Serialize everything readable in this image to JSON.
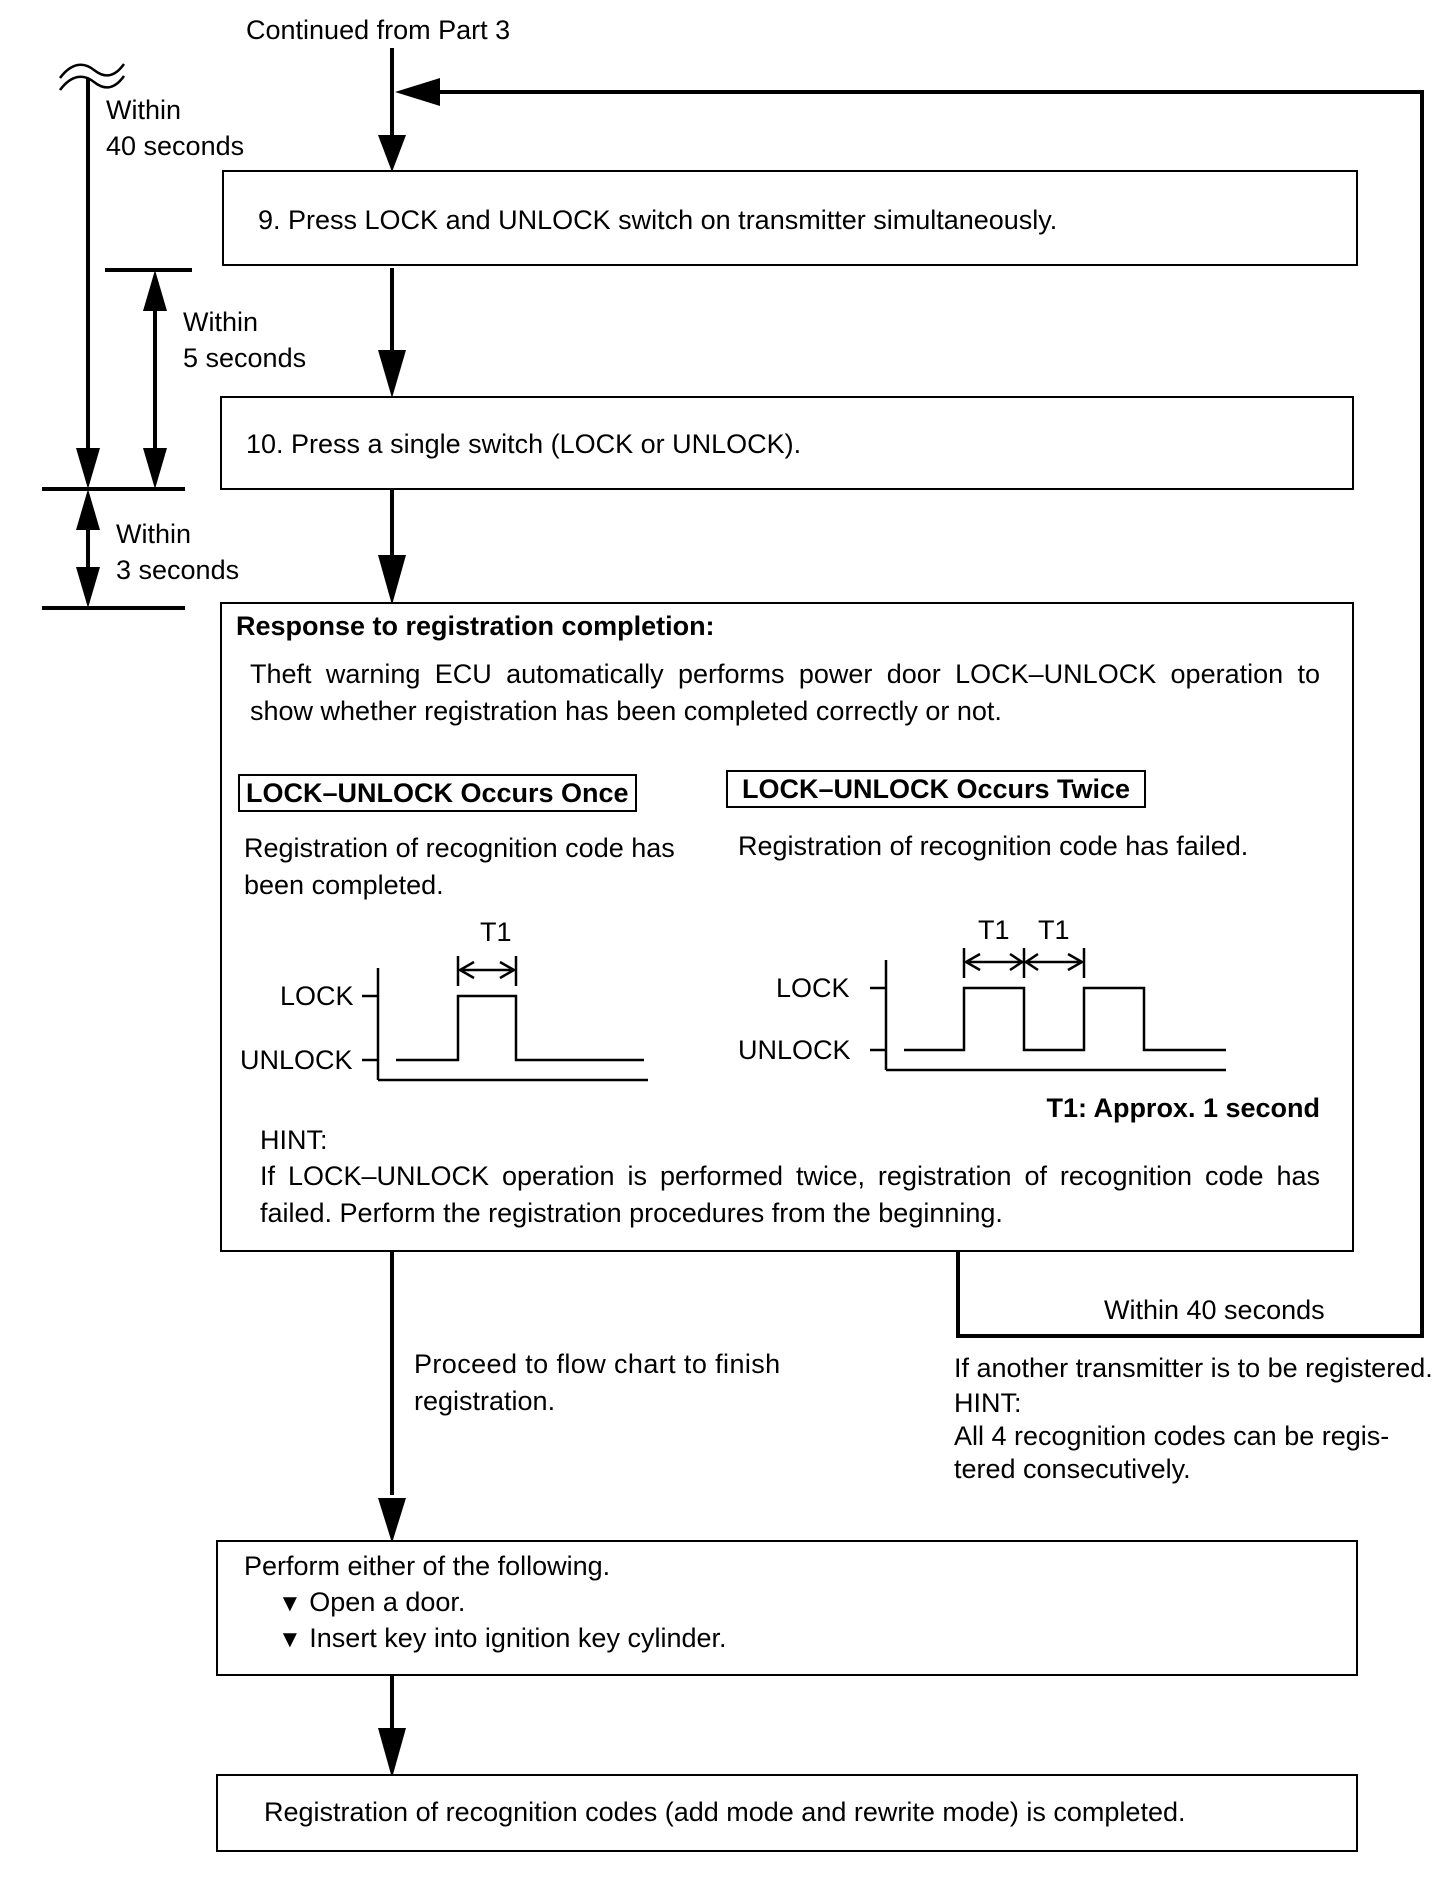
{
  "header": {
    "continued": "Continued from Part 3"
  },
  "timing": {
    "t40_a": "Within",
    "t40_b": "40 seconds",
    "t5_a": "Within",
    "t5_b": "5 seconds",
    "t3_a": "Within",
    "t3_b": "3 seconds"
  },
  "steps": {
    "step9": "9.  Press LOCK and UNLOCK switch on transmitter simultaneously.",
    "step10": "10.  Press a single switch (LOCK or UNLOCK)."
  },
  "response": {
    "title": "Response to registration completion:",
    "desc": "Theft warning ECU automatically performs power door LOCK–UNLOCK operation to show whether registration has been completed correctly or not.",
    "once_label": "LOCK–UNLOCK Occurs Once",
    "once_desc": "Registration of recognition code has been completed.",
    "twice_label": "LOCK–UNLOCK Occurs Twice",
    "twice_desc": "Registration of recognition code has failed.",
    "t1": "T1",
    "lock": "LOCK",
    "unlock": "UNLOCK",
    "t1_note": "T1: Approx. 1 second",
    "hint_title": "HINT:",
    "hint_text": "If LOCK–UNLOCK operation is performed twice, registration of recognition code has failed. Perform the registration procedures from the beginning."
  },
  "loop": {
    "within": "Within 40 seconds",
    "another": "If another transmitter is to be registered.",
    "hint_title": "HINT:",
    "hint_line1": "All 4 recognition codes can be regis-",
    "hint_line2": "tered consecutively."
  },
  "proceed": {
    "line1": "Proceed to flow chart to finish",
    "line2": "registration."
  },
  "perform": {
    "title": "Perform either of the following.",
    "items": [
      "Open a door.",
      "Insert key into ignition key cylinder."
    ]
  },
  "final": {
    "text": "Registration of recognition codes (add mode and rewrite mode) is completed."
  }
}
